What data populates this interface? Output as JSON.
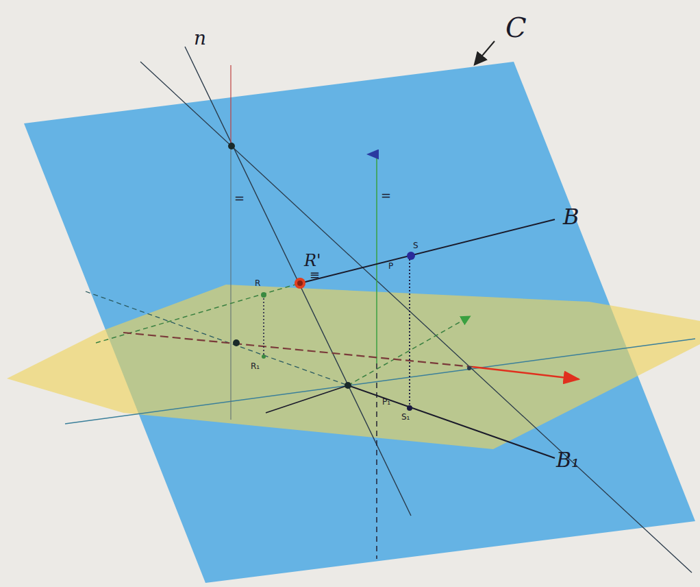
{
  "diagram": {
    "labels": [
      "n",
      "C",
      "B",
      "R'",
      "≡",
      "R",
      "R₁",
      "S",
      "P",
      "P₁",
      "S₁",
      "B₁",
      "=",
      "="
    ]
  }
}
